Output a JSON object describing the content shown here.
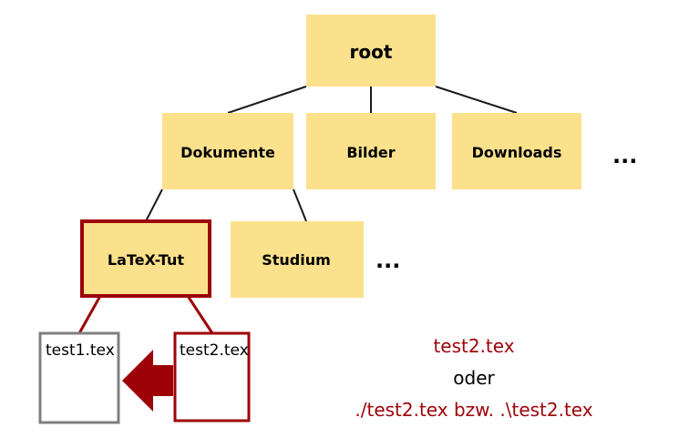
{
  "diagram": {
    "type": "file-tree",
    "title_text": "",
    "colors": {
      "node_fill": "#fce18c",
      "node_plain_border": "none",
      "highlight_border": "#9d0208",
      "file_border_gray": "#808080",
      "file_fill": "#ffffff",
      "connector_black": "#1a1a1a",
      "connector_red": "#9d0208",
      "arrow_fill": "#9d0208",
      "text_black": "#000000",
      "text_red": "#9d0208",
      "background": "#ffffff"
    },
    "nodes": {
      "root": {
        "label": "root",
        "kind": "folder",
        "level": 0
      },
      "dokumente": {
        "label": "Dokumente",
        "kind": "folder",
        "level": 1
      },
      "bilder": {
        "label": "Bilder",
        "kind": "folder",
        "level": 1
      },
      "downloads": {
        "label": "Downloads",
        "kind": "folder",
        "level": 1
      },
      "latex_tut": {
        "label": "LaTeX-Tut",
        "kind": "folder-highlighted",
        "level": 2
      },
      "studium": {
        "label": "Studium",
        "kind": "folder",
        "level": 2
      },
      "test1": {
        "label": "test1.tex",
        "kind": "file",
        "level": 3
      },
      "test2": {
        "label": "test2.tex",
        "kind": "file-highlighted",
        "level": 3
      }
    },
    "ellipses": {
      "level1_more": "...",
      "level2_more": "..."
    },
    "caption": {
      "line1": "test2.tex",
      "line2": "oder",
      "line3": "./test2.tex bzw. .\\test2.tex"
    },
    "arrow": {
      "direction": "left",
      "from": "test2.tex",
      "to": "test1.tex"
    }
  }
}
